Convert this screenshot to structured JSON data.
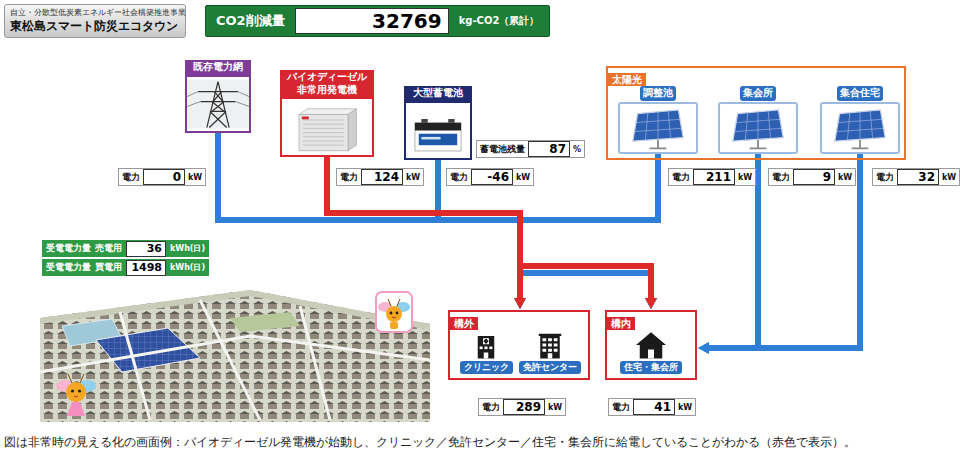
{
  "diagram": {
    "title": "東松島スマート防災エコタウン",
    "caption": "図は非常時の見える化の画面例：バイオディーゼル発電機が始動し、クリニック／免許センター／住宅・集会所に給電していることがわかる（赤色で表示）。",
    "nodes": [
      {
        "text": [
          "既存電力網"
        ]
      },
      {
        "text": [
          "バイオディーゼル 非常用発電機"
        ]
      },
      {
        "text": [
          "大型蓄電池"
        ]
      },
      {
        "text": [
          "太陽光"
        ]
      },
      {
        "text": [
          "調整池"
        ],
        "in": 3
      },
      {
        "text": [
          "集会所"
        ],
        "in": 3
      },
      {
        "text": [
          "集合住宅"
        ],
        "in": 3
      },
      {
        "text": [
          "構外"
        ]
      },
      {
        "text": [
          "クリニック"
        ],
        "in": 7
      },
      {
        "text": [
          "免許センター"
        ],
        "in": 7
      },
      {
        "text": [
          "構内"
        ]
      },
      {
        "text": [
          "住宅・集会所"
        ],
        "in": 10
      }
    ],
    "edges": [
      {
        "from": 0,
        "to": 7,
        "arrow": "to"
      },
      {
        "from": 0,
        "to": 10,
        "arrow": "to"
      },
      {
        "from": 1,
        "to": 7,
        "arrow": "to"
      },
      {
        "from": 1,
        "to": 10,
        "arrow": "to"
      },
      {
        "from": 2,
        "to": 7,
        "arrow": "to"
      },
      {
        "from": 2,
        "to": 10,
        "arrow": "to"
      },
      {
        "from": 4,
        "to": 7,
        "arrow": "to"
      },
      {
        "from": 4,
        "to": 10,
        "arrow": "to"
      },
      {
        "from": 5,
        "to": 10,
        "arrow": "to"
      },
      {
        "from": 6,
        "to": 10,
        "arrow": "to"
      }
    ],
    "labels": [
      "自立・分散型低炭素エネルギー社会構築推進事業",
      "CO2削減量",
      "32769",
      "kg-CO2（累計）",
      "蓄電池残量",
      "87",
      "%",
      "電力",
      "0",
      "kW",
      "電力",
      "124",
      "kW",
      "電力",
      "-46",
      "kW",
      "電力",
      "211",
      "kW",
      "電力",
      "9",
      "kW",
      "電力",
      "32",
      "kW",
      "受電電力量",
      "売電用",
      "36",
      "kWh(日)",
      "受電電力量",
      "買電用",
      "1498",
      "kWh(日)",
      "電力",
      "289",
      "kW",
      "電力",
      "41",
      "kW"
    ]
  }
}
